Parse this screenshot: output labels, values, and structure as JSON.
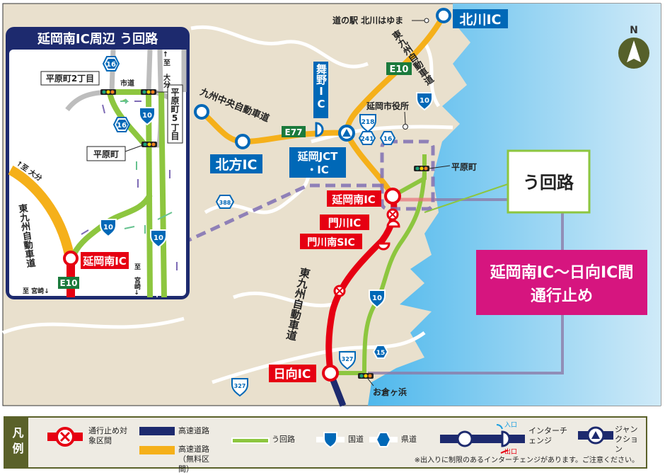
{
  "inset": {
    "title": "延岡南IC周辺 う回路",
    "labels": {
      "hirahara2": "平原町2丁目",
      "shido": "市道",
      "hirahara5": "平原町5丁目",
      "hirahara": "平原町",
      "to_oita_top": "↑至 大分",
      "to_oita_left": "↑至 大分",
      "expressway": "東九州自動車道",
      "ic": "延岡南IC",
      "e10": "E10",
      "to_miyazaki_left": "至 宮崎↓",
      "to_miyazaki_right": "至 宮崎↓"
    },
    "shields": {
      "r16a": "16",
      "r16b": "16",
      "r10a": "10",
      "r10b": "10",
      "r10c": "10"
    }
  },
  "map": {
    "michinoeki": "道の駅 北川はゆま",
    "kitagawa_ic": "北川IC",
    "higashi_kyushu_n": "東九州自動車道",
    "e10": "E10",
    "maino_ic": "舞野IC",
    "kyushu_chuo": "九州中央自動車道",
    "e77": "E77",
    "kitakata_ic": "北方IC",
    "nobeoka_jct": "延岡JCT",
    "nobeoka_jct2": "・IC",
    "city_hall": "延岡市役所",
    "hirahara": "平原町",
    "nobeoka_minami_ic": "延岡南IC",
    "kadogawa_ic": "門川IC",
    "kadogawa_minami_sic": "門川南SIC",
    "higashi_kyushu_s": "東九州自動車道",
    "hyuga_ic": "日向IC",
    "okuragahama": "お倉ヶ浜",
    "detour_box": "う回路",
    "closure_line1": "延岡南IC～日向IC間",
    "closure_line2": "通行止め",
    "north": "N",
    "shields": {
      "r218": "218",
      "r241": "241",
      "r16": "16",
      "r10a": "10",
      "r388": "388",
      "r10b": "10",
      "r15": "15",
      "r327a": "327",
      "r327b": "327"
    }
  },
  "legend": {
    "title": "凡例",
    "closure": "通行止め対象区間",
    "expressway": "高速道路",
    "expressway_free": "高速道路（無料区間）",
    "detour": "う回路",
    "national_road": "国道",
    "prefectural_road": "県道",
    "entrance": "入口",
    "exit": "出口",
    "interchange": "インターチェンジ",
    "junction": "ジャンクション",
    "note": "※出入りに制限のあるインターチェンジがあります。ご注意ください。"
  },
  "colors": {
    "expressway_free": "#f5b01a",
    "closure": "#e60012",
    "expressway": "#1d2a6e",
    "detour": "#8dc63f",
    "ic_label": "#0068b7",
    "closure_notice": "#d6157f",
    "sea": "#5bc0ee",
    "land": "#e9e0cd"
  }
}
